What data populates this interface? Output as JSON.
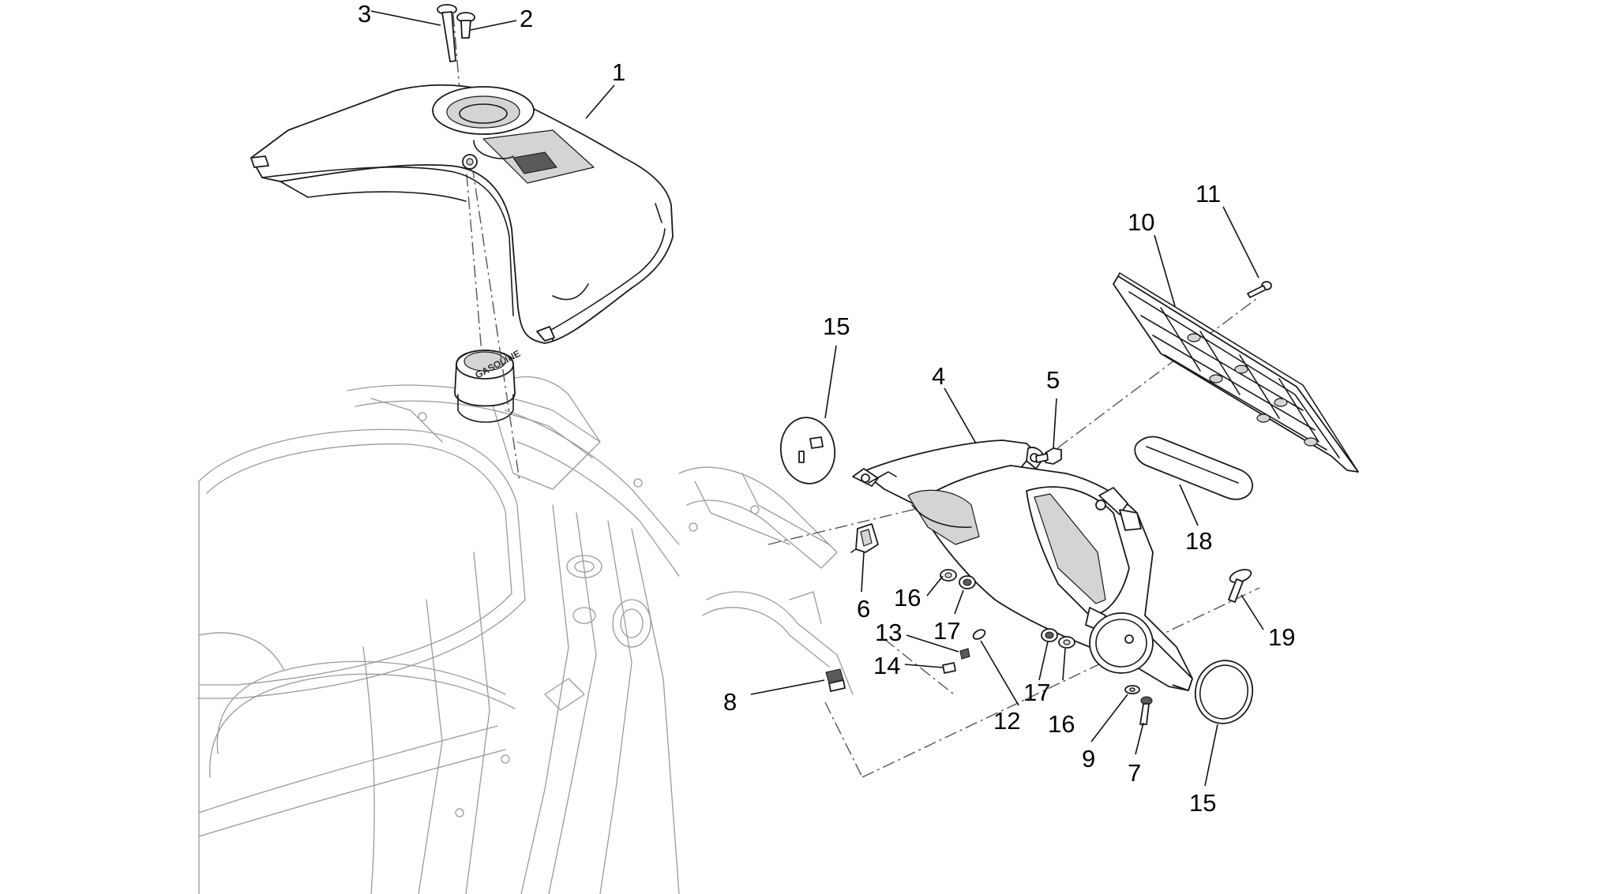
{
  "diagram": {
    "embossed_cap_text": "GASOLINE",
    "callouts": [
      {
        "id": "1",
        "label": "1"
      },
      {
        "id": "2",
        "label": "2"
      },
      {
        "id": "3",
        "label": "3"
      },
      {
        "id": "4",
        "label": "4"
      },
      {
        "id": "5",
        "label": "5"
      },
      {
        "id": "6",
        "label": "6"
      },
      {
        "id": "7",
        "label": "7"
      },
      {
        "id": "8",
        "label": "8"
      },
      {
        "id": "9",
        "label": "9"
      },
      {
        "id": "10",
        "label": "10"
      },
      {
        "id": "11",
        "label": "11"
      },
      {
        "id": "12",
        "label": "12"
      },
      {
        "id": "13",
        "label": "13"
      },
      {
        "id": "14",
        "label": "14"
      },
      {
        "id": "15a",
        "label": "15"
      },
      {
        "id": "15b",
        "label": "15"
      },
      {
        "id": "16a",
        "label": "16"
      },
      {
        "id": "16b",
        "label": "16"
      },
      {
        "id": "17a",
        "label": "17"
      },
      {
        "id": "17b",
        "label": "17"
      },
      {
        "id": "18",
        "label": "18"
      },
      {
        "id": "19",
        "label": "19"
      }
    ]
  }
}
